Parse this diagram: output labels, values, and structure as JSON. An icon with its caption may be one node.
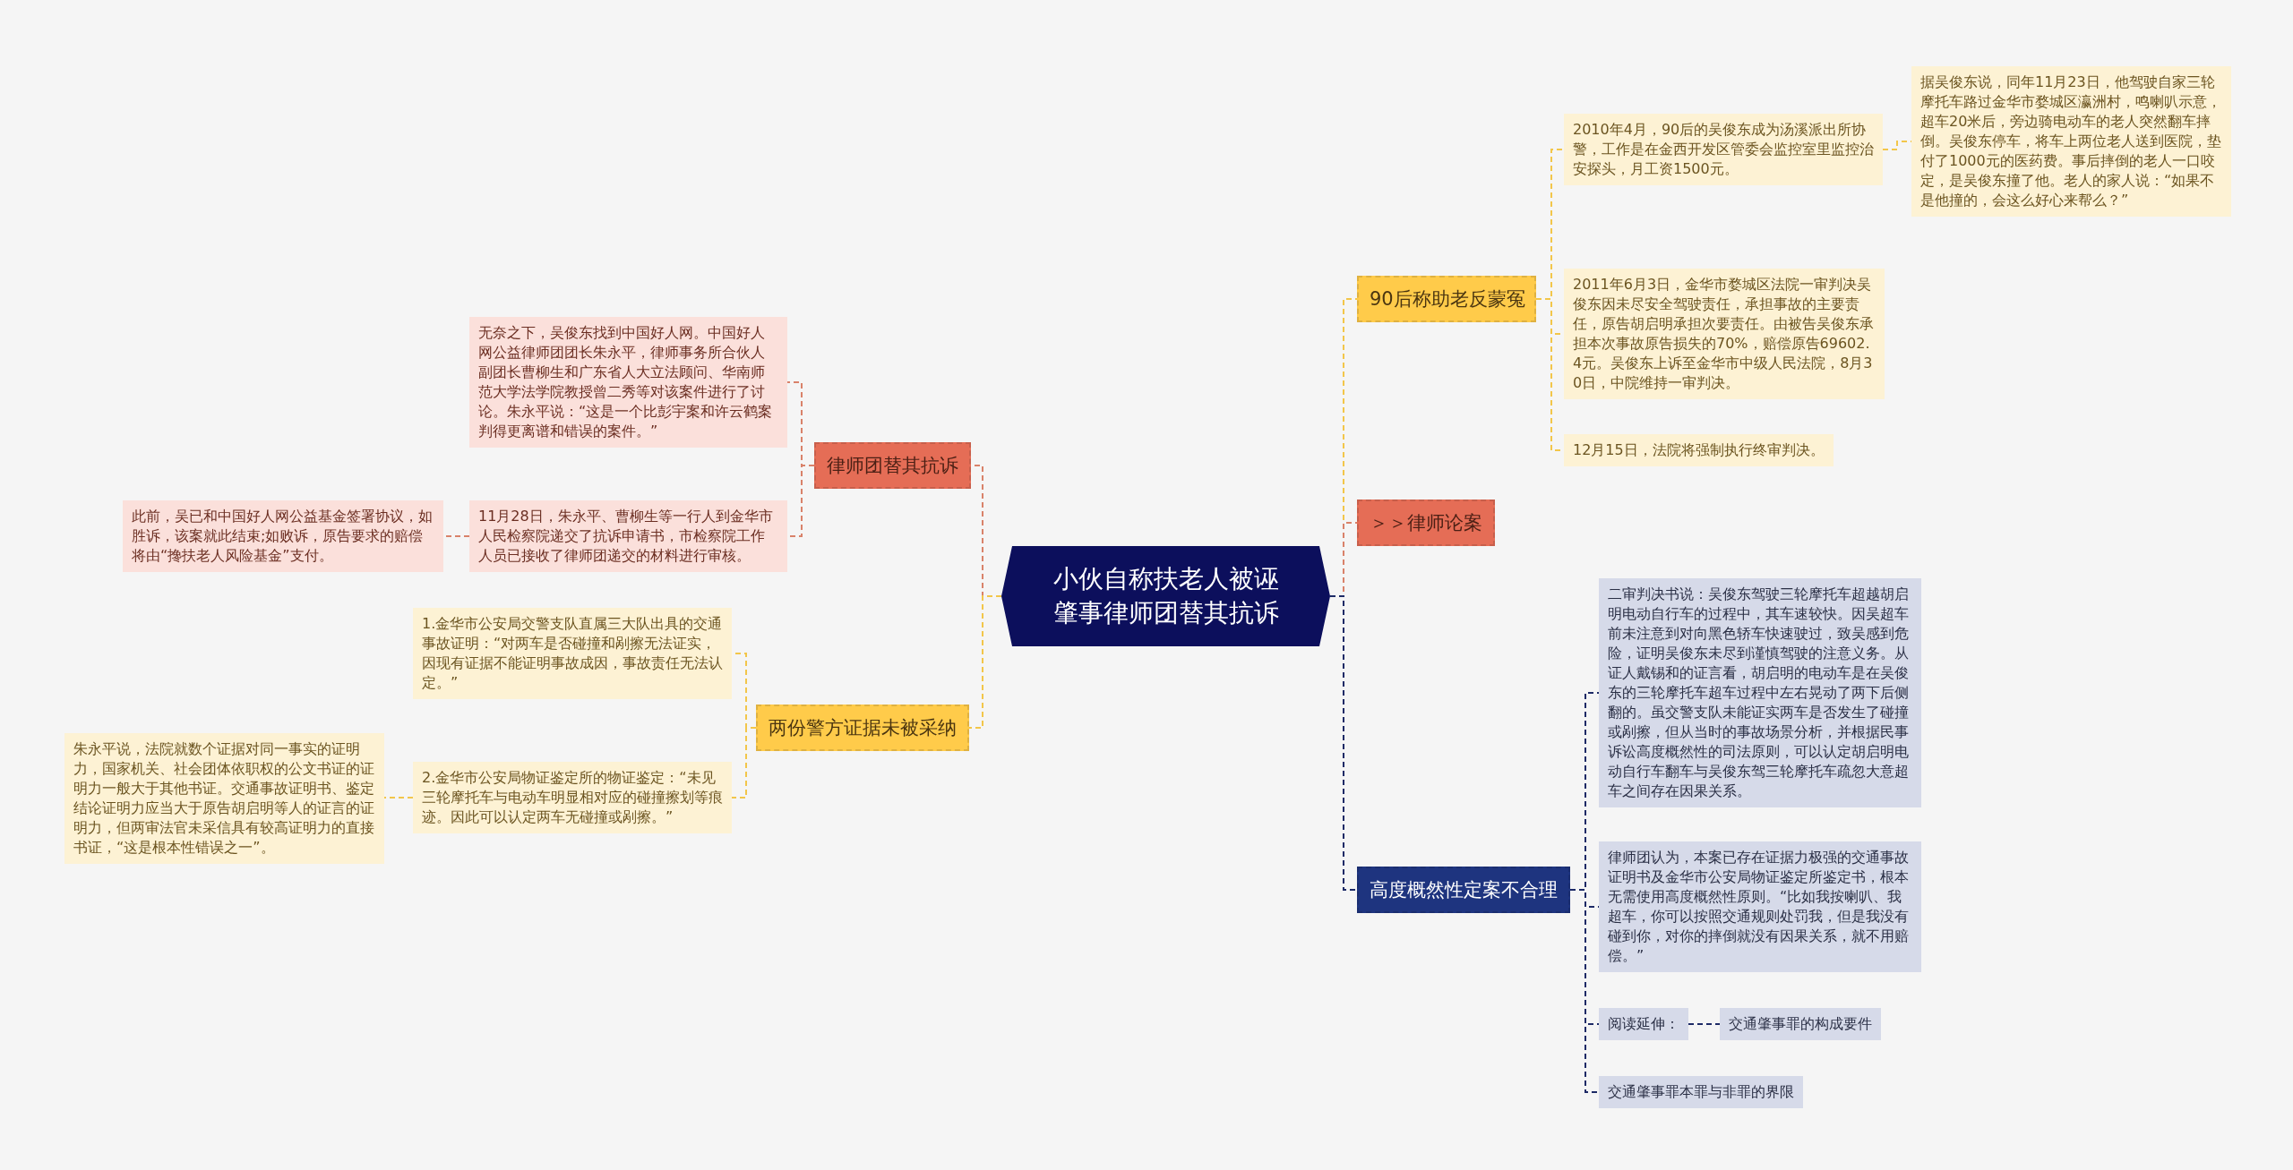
{
  "diagram": {
    "nodes": [
      {
        "text": [
          "小伙自称扶老人被诬肇事律师团替其抗诉"
        ]
      },
      {
        "text": [
          "90后称助老反蒙冤"
        ]
      },
      {
        "text": [
          "2010年4月，90后的吴俊东成为汤溪派出所协警，工作是在金西开发区管委会监控室里监控治安探头，月工资1500元。"
        ]
      },
      {
        "text": [
          "据吴俊东说，同年11月23日，他驾驶自家三轮摩托车路过金华市婺城区瀛洲村，鸣喇叭示意，超车20米后，旁边骑电动车的老人突然翻车摔倒。吴俊东停车，将车上两位老人送到医院，垫付了1000元的医药费。事后摔倒的老人一口咬定，是吴俊东撞了他。老人的家人说：“如果不是他撞的，会这么好心来帮么？”"
        ]
      },
      {
        "text": [
          "2011年6月3日，金华市婺城区法院一审判决吴俊东因未尽安全驾驶责任，承担事故的主要责任，原告胡启明承担次要责任。由被告吴俊东承担本次事故原告损失的70%，赔偿原告69602.4元。吴俊东上诉至金华市中级人民法院，8月30日，中院维持一审判决。"
        ]
      },
      {
        "text": [
          "12月15日，法院将强制执行终审判决。"
        ]
      },
      {
        "text": [
          "＞＞律师论案"
        ]
      },
      {
        "text": [
          "高度概然性定案不合理"
        ]
      },
      {
        "text": [
          "二审判决书说：吴俊东驾驶三轮摩托车超越胡启明电动自行车的过程中，其车速较快。因吴超车前未注意到对向黑色轿车快速驶过，致吴感到危险，证明吴俊东未尽到谨慎驾驶的注意义务。从证人戴锡和的证言看，胡启明的电动车是在吴俊东的三轮摩托车超车过程中左右晃动了两下后侧翻的。虽交警支队未能证实两车是否发生了碰撞或剐擦，但从当时的事故场景分析，并根据民事诉讼高度概然性的司法原则，可以认定胡启明电动自行车翻车与吴俊东驾三轮摩托车疏忽大意超车之间存在因果关系。"
        ]
      },
      {
        "text": [
          "律师团认为，本案已存在证据力极强的交通事故证明书及金华市公安局物证鉴定所鉴定书，根本无需使用高度概然性原则。“比如我按喇叭、我超车，你可以按照交通规则处罚我，但是我没有碰到你，对你的摔倒就没有因果关系，就不用赔偿。”"
        ]
      },
      {
        "text": [
          "阅读延伸："
        ]
      },
      {
        "text": [
          "交通肇事罪的构成要件"
        ]
      },
      {
        "text": [
          "交通肇事罪本罪与非罪的界限"
        ]
      },
      {
        "text": [
          "律师团替其抗诉"
        ]
      },
      {
        "text": [
          "无奈之下，吴俊东找到中国好人网。中国好人网公益律师团团长朱永平，律师事务所合伙人副团长曹柳生和广东省人大立法顾问、华南师范大学法学院教授曾二秀等对该案件进行了讨论。朱永平说：“这是一个比彭宇案和许云鹤案判得更离谱和错误的案件。”"
        ]
      },
      {
        "text": [
          "11月28日，朱永平、曹柳生等一行人到金华市人民检察院递交了抗诉申请书，市检察院工作人员已接收了律师团递交的材料进行审核。"
        ]
      },
      {
        "text": [
          "此前，吴已和中国好人网公益基金签署协议，如胜诉，该案就此结束;如败诉，原告要求的赔偿将由“搀扶老人风险基金”支付。"
        ]
      },
      {
        "text": [
          "两份警方证据未被采纳"
        ]
      },
      {
        "text": [
          "1.金华市公安局交警支队直属三大队出具的交通事故证明：“对两车是否碰撞和剐擦无法证实，因现有证据不能证明事故成因，事故责任无法认定。”"
        ]
      },
      {
        "text": [
          "2.金华市公安局物证鉴定所的物证鉴定：“未见三轮摩托车与电动车明显相对应的碰撞擦划等痕迹。因此可以认定两车无碰撞或剐擦。”"
        ]
      },
      {
        "text": [
          "朱永平说，法院就数个证据对同一事实的证明力，国家机关、社会团体依职权的公文书证的证明力一般大于其他书证。交通事故证明书、鉴定结论证明力应当大于原告胡启明等人的证言的证明力，但两审法官未采信具有较高证明力的直接书证，“这是根本性错误之一”。"
        ]
      }
    ],
    "edges": [
      {
        "from": 0,
        "to": 1,
        "arrow": "none"
      },
      {
        "from": 1,
        "to": 2,
        "arrow": "none"
      },
      {
        "from": 2,
        "to": 3,
        "arrow": "none"
      },
      {
        "from": 1,
        "to": 4,
        "arrow": "none"
      },
      {
        "from": 1,
        "to": 5,
        "arrow": "none"
      },
      {
        "from": 0,
        "to": 6,
        "arrow": "none",
        "color": "#d9826a"
      },
      {
        "from": 0,
        "to": 7,
        "arrow": "none",
        "color": "#1d2a66"
      },
      {
        "from": 7,
        "to": 8,
        "arrow": "none",
        "color": "#1d2a66"
      },
      {
        "from": 7,
        "to": 9,
        "arrow": "none",
        "color": "#1d2a66"
      },
      {
        "from": 7,
        "to": 10,
        "arrow": "none",
        "color": "#1d2a66"
      },
      {
        "from": 10,
        "to": 11,
        "arrow": "none",
        "color": "#1d2a66"
      },
      {
        "from": 7,
        "to": 12,
        "arrow": "none",
        "color": "#1d2a66"
      },
      {
        "from": 0,
        "to": 13,
        "arrow": "none",
        "color": "#d9826a"
      },
      {
        "from": 13,
        "to": 14,
        "arrow": "none",
        "color": "#d9826a"
      },
      {
        "from": 13,
        "to": 15,
        "arrow": "none",
        "color": "#d9826a"
      },
      {
        "from": 15,
        "to": 16,
        "arrow": "none",
        "color": "#d9826a"
      },
      {
        "from": 0,
        "to": 17,
        "arrow": "none"
      },
      {
        "from": 17,
        "to": 18,
        "arrow": "none"
      },
      {
        "from": 17,
        "to": 19,
        "arrow": "none"
      },
      {
        "from": 19,
        "to": 20,
        "arrow": "none"
      }
    ]
  }
}
